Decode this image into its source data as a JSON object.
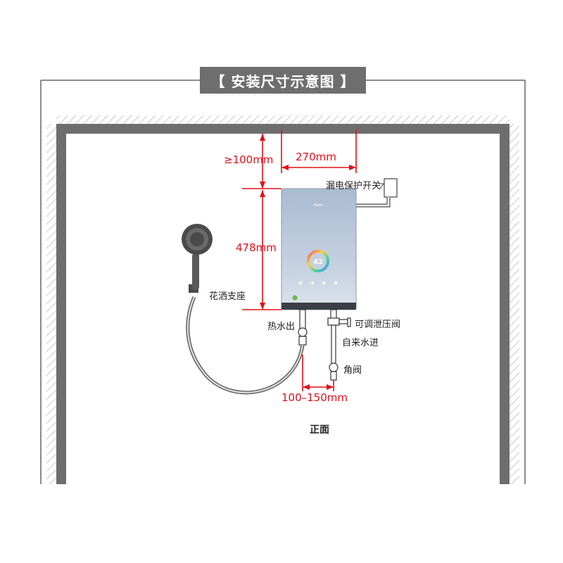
{
  "title": "【 安装尺寸示意图 】",
  "dimensions": {
    "top_clearance": "≥100mm",
    "width": "270mm",
    "height": "478mm",
    "pipe_spacing": "100–150mm"
  },
  "labels": {
    "leakage_switch": "漏电保护开关",
    "shower_holder": "花洒支座",
    "hot_water_out": "热水出",
    "pressure_valve": "可调泄压阀",
    "tap_water_in": "自来水进",
    "angle_valve": "角阀",
    "front_view": "正面"
  },
  "device": {
    "brand": "Haier",
    "display_value": "42"
  },
  "colors": {
    "dimension": "#e0101a",
    "wall": "#6e6e6e",
    "title_bg": "#6e6e6e"
  }
}
